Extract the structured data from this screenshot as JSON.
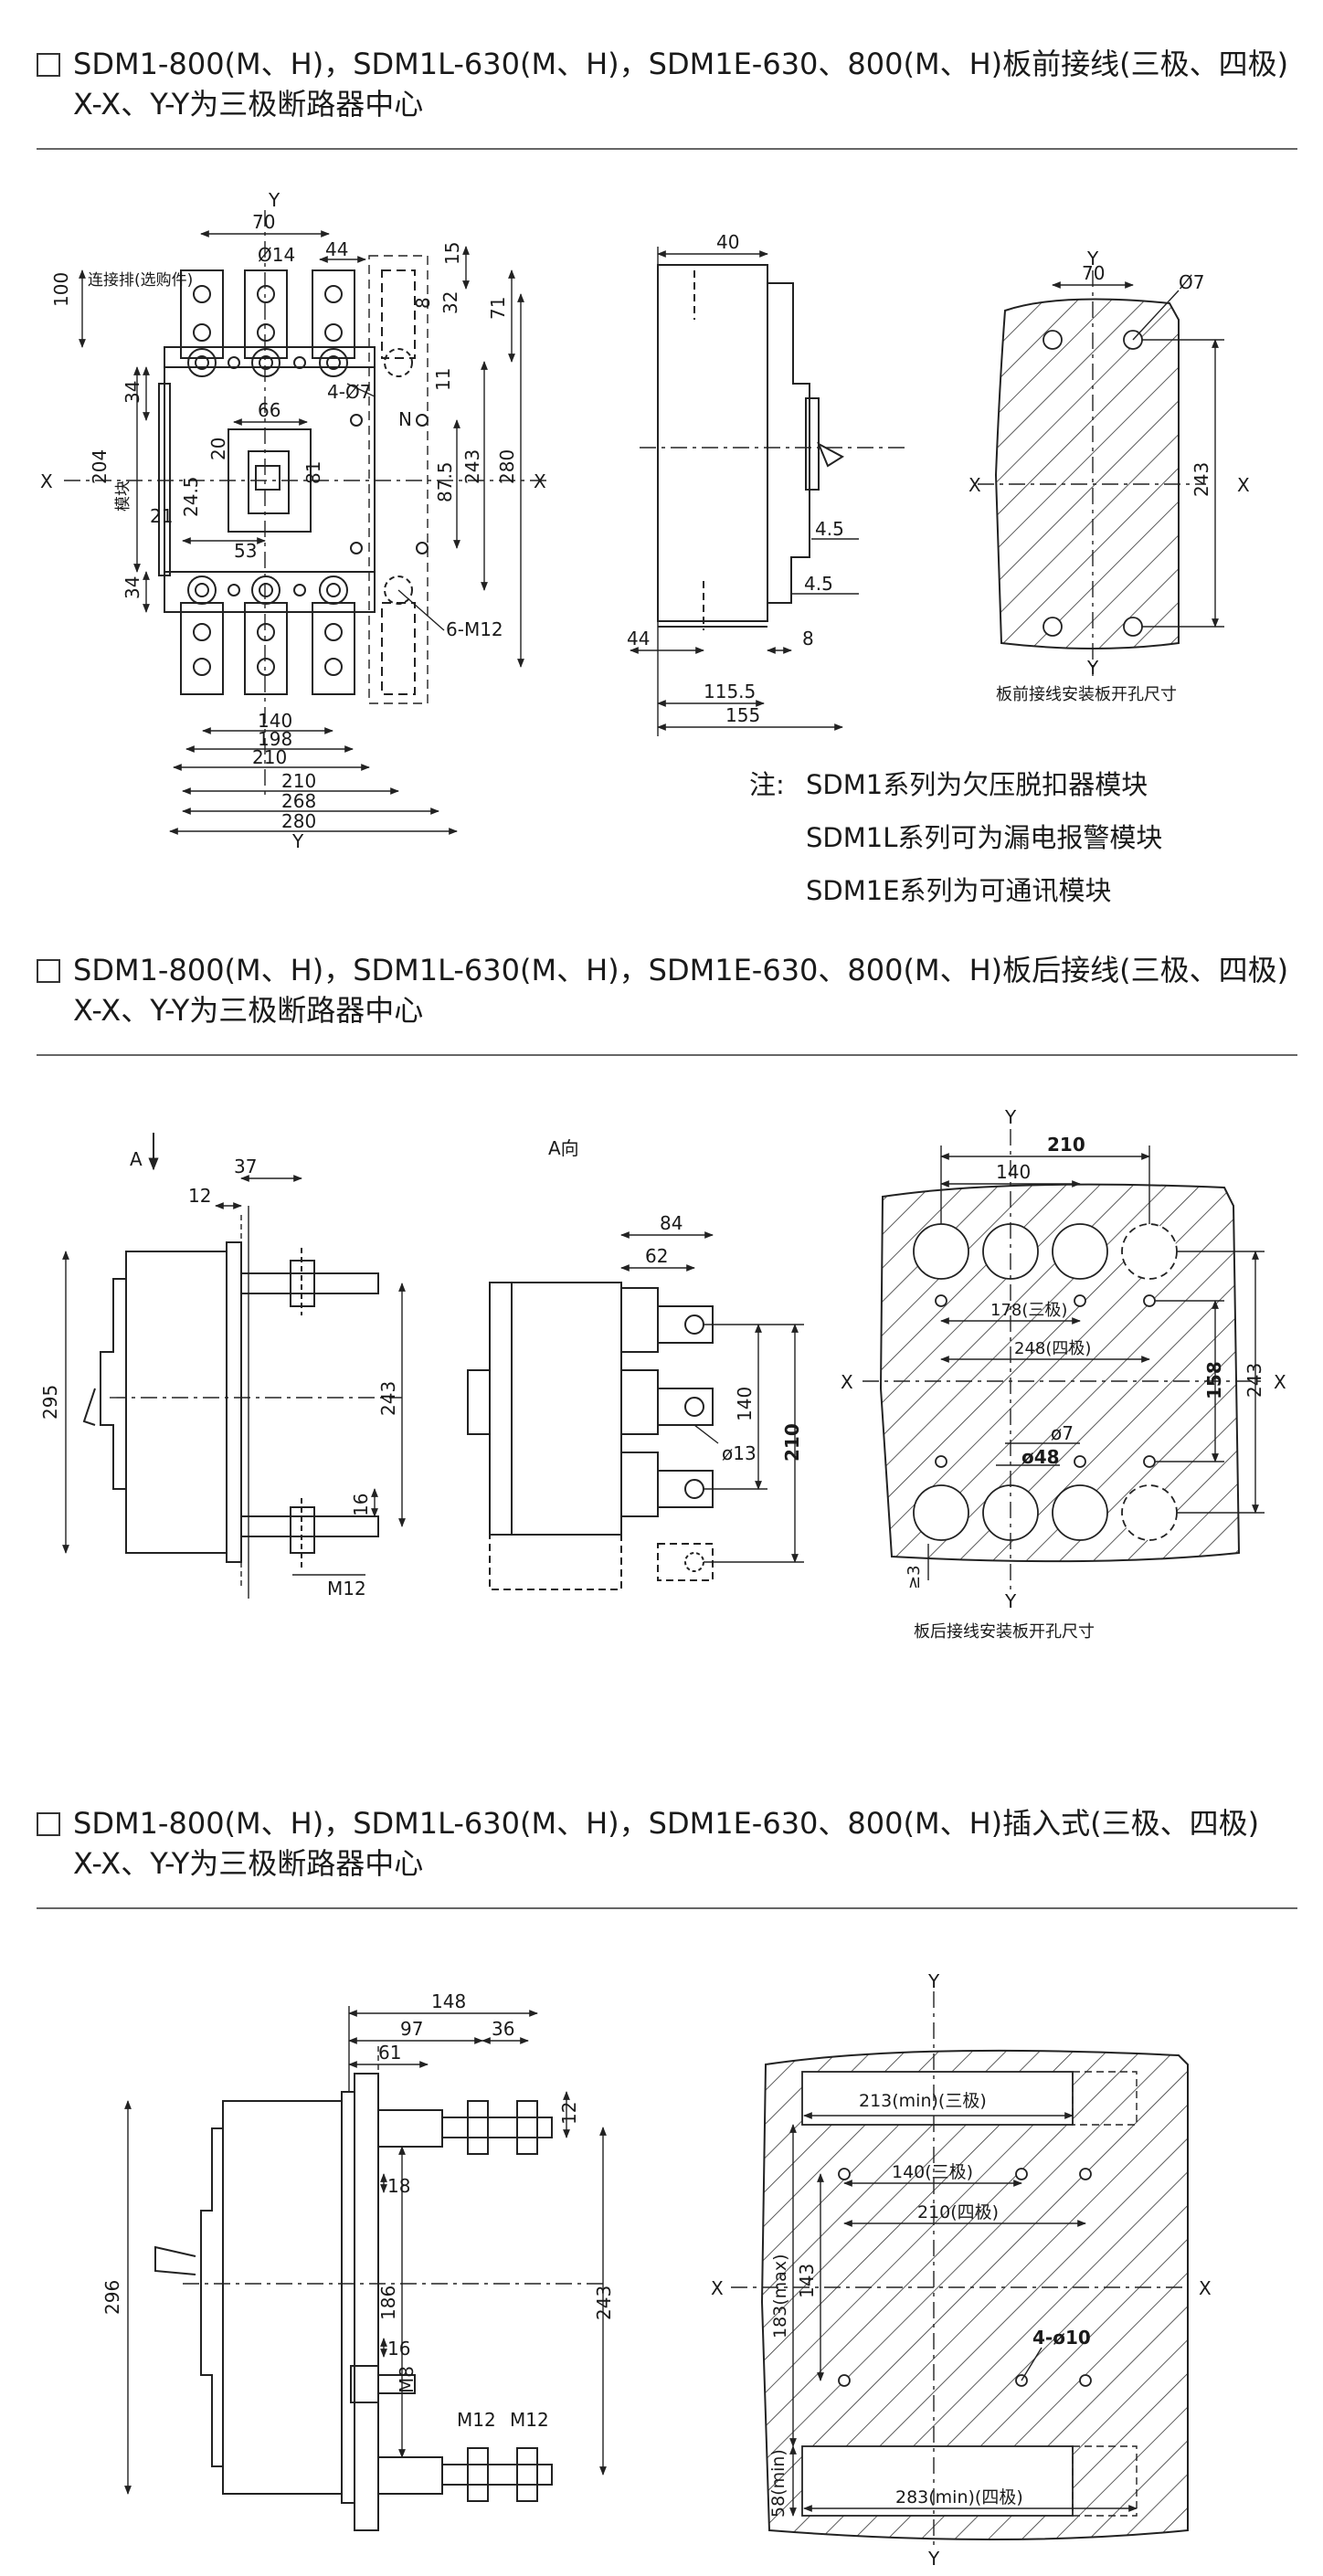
{
  "sections": [
    {
      "title": "SDM1-800(M、H)，SDM1L-630(M、H)，SDM1E-630、800(M、H)板前接线(三极、四极)",
      "subtitle": "X-X、Y-Y为三极断路器中心"
    },
    {
      "title": "SDM1-800(M、H)，SDM1L-630(M、H)，SDM1E-630、800(M、H)板后接线(三极、四极)",
      "subtitle": "X-X、Y-Y为三极断路器中心"
    },
    {
      "title": "SDM1-800(M、H)，SDM1L-630(M、H)，SDM1E-630、800(M、H)插入式(三极、四极)",
      "subtitle": "X-X、Y-Y为三极断路器中心"
    }
  ],
  "notes": {
    "lead": "注:",
    "lines": [
      "SDM1系列为欠压脱扣器模块",
      "SDM1L系列可为漏电报警模块",
      "SDM1E系列为可通讯模块"
    ]
  },
  "front": {
    "axis_x": "X",
    "axis_y": "Y",
    "dim_70": "70",
    "dim_d14": "Ø14",
    "dim_44": "44",
    "dim_100": "100",
    "label_bar": "连接排(选购件)",
    "dim_15": "15",
    "dim_32": "32",
    "dim_8": "8",
    "dim_71": "71",
    "dim_4d7": "4-Ø7",
    "dim_34a": "34",
    "dim_66": "66",
    "dim_11": "11",
    "label_n": "N",
    "dim_204": "204",
    "label_module": "模块",
    "dim_20": "20",
    "dim_81": "81",
    "dim_875": "87.5",
    "dim_243": "243",
    "dim_280v": "280",
    "dim_245": "24.5",
    "dim_21": "21",
    "dim_53": "53",
    "dim_34b": "34",
    "dim_6m12": "6-M12",
    "dim_140": "140",
    "dim_198": "198",
    "dim_210a": "210",
    "dim_210b": "210",
    "dim_268": "268",
    "dim_280h": "280"
  },
  "front_side": {
    "dim_40": "40",
    "dim_45a": "4.5",
    "dim_45b": "4.5",
    "dim_44": "44",
    "dim_8": "8",
    "dim_1155": "115.5",
    "dim_155": "155"
  },
  "front_cutout": {
    "axis_x": "X",
    "axis_y": "Y",
    "dim_70": "70",
    "dim_d7": "Ø7",
    "dim_243": "243",
    "caption": "板前接线安装板开孔尺寸"
  },
  "rear_side": {
    "label_a": "A",
    "dim_37": "37",
    "dim_12": "12",
    "dim_295": "295",
    "dim_243": "243",
    "dim_16": "16",
    "dim_m12": "M12"
  },
  "rear_view": {
    "label": "A向",
    "dim_84": "84",
    "dim_62": "62",
    "dim_140": "140",
    "dim_210": "210",
    "dim_d13": "ø13"
  },
  "rear_cutout": {
    "axis_x": "X",
    "axis_y": "Y",
    "dim_210": "210",
    "dim_140": "140",
    "dim_178": "178(三极)",
    "dim_248": "248(四极)",
    "dim_158": "158",
    "dim_243": "243",
    "dim_d7": "ø7",
    "dim_d48": "ø48",
    "dim_3": "≥3",
    "caption": "板后接线安装板开孔尺寸"
  },
  "plugin_side": {
    "dim_148": "148",
    "dim_97": "97",
    "dim_36": "36",
    "dim_61": "61",
    "dim_12": "12",
    "dim_296": "296",
    "dim_18": "18",
    "dim_186": "186",
    "dim_243": "243",
    "dim_16": "16",
    "dim_m8": "M8",
    "dim_m12a": "M12",
    "dim_m12b": "M12"
  },
  "plugin_cutout": {
    "axis_x": "X",
    "axis_y": "Y",
    "dim_213": "213(min)(三极)",
    "dim_140": "140(三极)",
    "dim_210": "210(四极)",
    "dim_183": "183(max)",
    "dim_143": "143",
    "dim_4d10": "4-ø10",
    "dim_58": "58(min)",
    "dim_283": "283(min)(四极)"
  }
}
